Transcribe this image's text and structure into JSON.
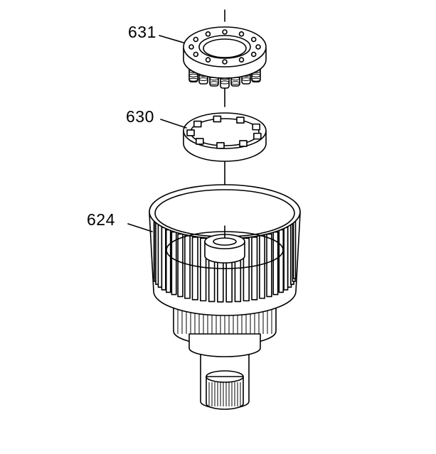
{
  "diagram": {
    "callouts": [
      {
        "id": "631",
        "label": "631"
      },
      {
        "id": "630",
        "label": "630"
      },
      {
        "id": "624",
        "label": "624"
      }
    ]
  }
}
